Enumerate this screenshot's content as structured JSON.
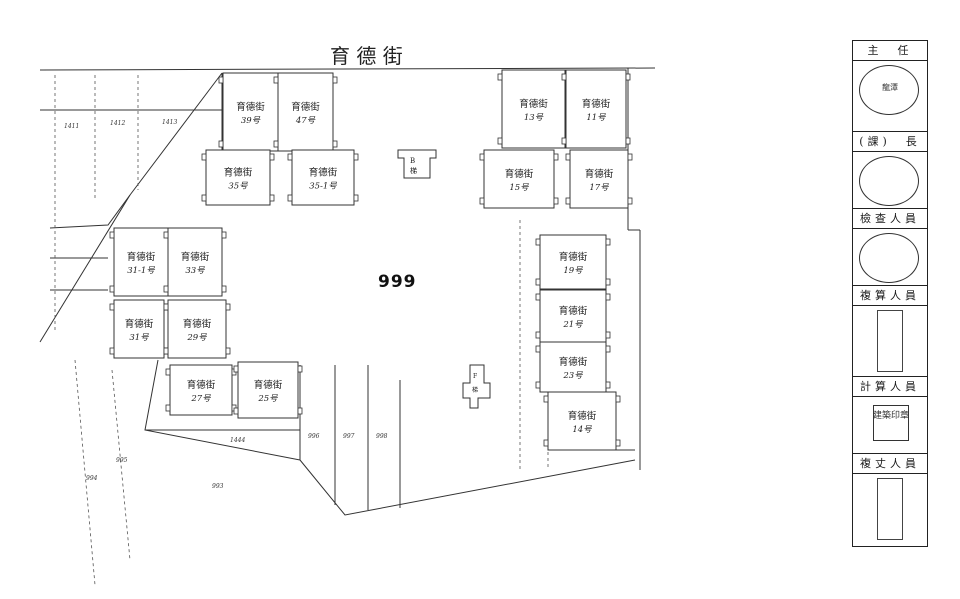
{
  "street_top": "育 德 街",
  "parcel_main": "999",
  "adjacent_parcels": {
    "p1411": "1411",
    "p1412": "1412",
    "p1413": "1413",
    "p996": "996",
    "p997": "997",
    "p998": "998",
    "p995": "995",
    "p994": "994",
    "p1444": "1444",
    "p993": "993"
  },
  "stair_left": "B\n梯",
  "stair_right": "F\n梯",
  "buildings": [
    {
      "id": "b1",
      "name": "育德街",
      "no": "39号"
    },
    {
      "id": "b2",
      "name": "育德街",
      "no": "47号"
    },
    {
      "id": "b3",
      "name": "育德街",
      "no": "35号"
    },
    {
      "id": "b4",
      "name": "育德街",
      "no": "35-1号"
    },
    {
      "id": "b5",
      "name": "育德街",
      "no": "13号"
    },
    {
      "id": "b6",
      "name": "育德街",
      "no": "11号"
    },
    {
      "id": "b7",
      "name": "育德街",
      "no": "15号"
    },
    {
      "id": "b8",
      "name": "育德街",
      "no": "17号"
    },
    {
      "id": "b9",
      "name": "育德街",
      "no": "31-1号"
    },
    {
      "id": "b10",
      "name": "育德街",
      "no": "33号"
    },
    {
      "id": "b11",
      "name": "育德街",
      "no": "31号"
    },
    {
      "id": "b12",
      "name": "育德街",
      "no": "29号"
    },
    {
      "id": "b13",
      "name": "育德街",
      "no": "27号"
    },
    {
      "id": "b14",
      "name": "育德街",
      "no": "25号"
    },
    {
      "id": "b15",
      "name": "育德街",
      "no": "19号"
    },
    {
      "id": "b16",
      "name": "育德街",
      "no": "21号"
    },
    {
      "id": "b17",
      "name": "育德街",
      "no": "23号"
    },
    {
      "id": "b18",
      "name": "育德街",
      "no": "14号"
    }
  ],
  "panel": {
    "r1": "主　任",
    "r2": "(課)　長",
    "r3": "檢查人員",
    "r4": "複算人員",
    "r5": "計算人員",
    "r6": "複丈人員"
  },
  "stamps": {
    "s1": "龍潭",
    "s2": "",
    "s3": "",
    "s5": "建築印章",
    "s6": ""
  }
}
